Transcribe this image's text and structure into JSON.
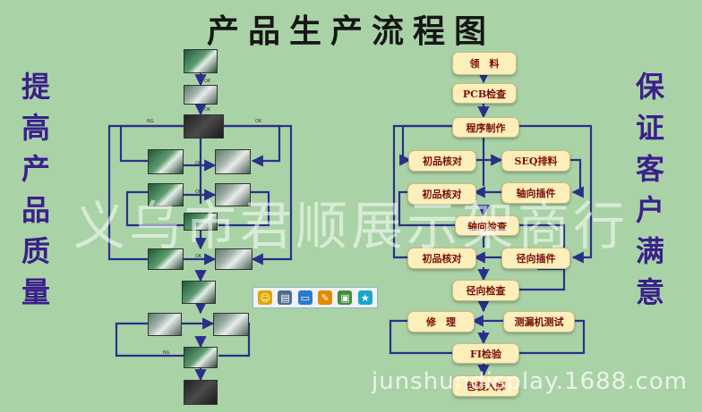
{
  "title": "产品生产流程图",
  "left_slogan": [
    "提",
    "高",
    "产",
    "品",
    "质",
    "量"
  ],
  "right_slogan": [
    "保",
    "证",
    "客",
    "户",
    "满",
    "意"
  ],
  "steps": {
    "collect": "领　料",
    "pcb_check": "PCB检查",
    "program": "程序制作",
    "first_check_1": "初品核对",
    "seq": "SEQ排料",
    "first_check_2": "初品核对",
    "axial_insert": "轴向插件",
    "axial_check": "轴向检查",
    "first_check_3": "初品核对",
    "radial_insert": "径向插件",
    "radial_check": "径向检查",
    "repair": "修　理",
    "test": "测漏机测试",
    "fi_check": "FI检验",
    "pack": "包装入库"
  },
  "left_flow_labels": {
    "ok": "OK",
    "ng": "NG"
  },
  "toolbar_icons": [
    "face-icon",
    "document-icon",
    "monitor-icon",
    "chat-icon",
    "image-icon",
    "star-icon"
  ],
  "watermark": "义乌市君顺展示架商行",
  "watermark_url": "junshundisplay.1688.com",
  "colors": {
    "background": "#a9d3a6",
    "box_fill": "#fcefb9",
    "box_text": "#7a0b0b",
    "arrow": "#2b2f8a",
    "slogan": "#3b1f8c"
  }
}
